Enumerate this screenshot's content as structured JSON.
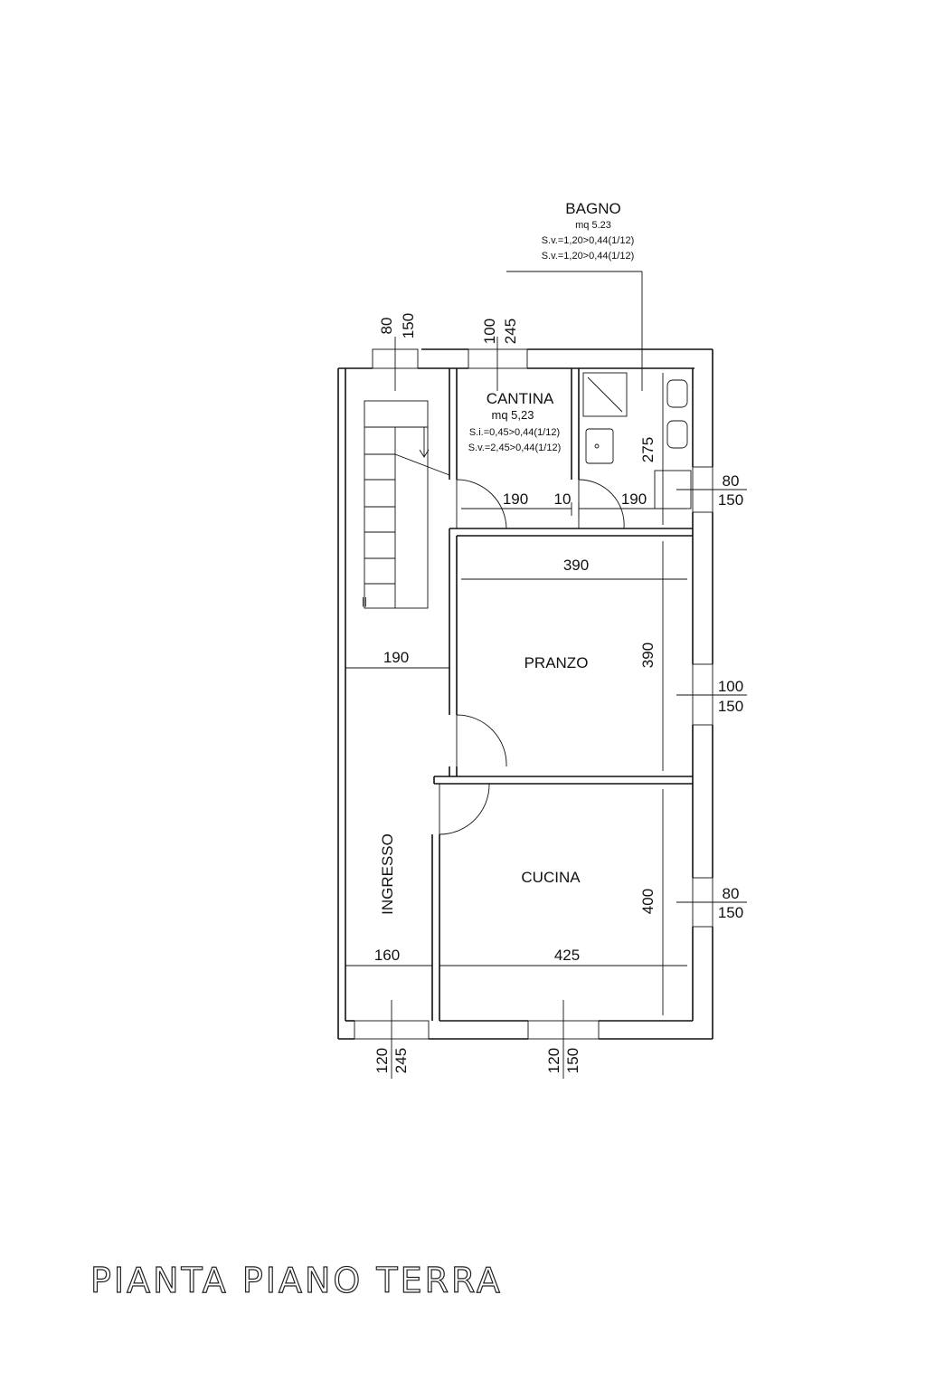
{
  "drawing_title": "PIANTA PIANO TERRA",
  "rooms": {
    "bagno": {
      "name": "BAGNO",
      "area": "mq 5.23",
      "note1": "S.v.=1,20>0,44(1/12)",
      "note2": "S.v.=1,20>0,44(1/12)"
    },
    "cantina": {
      "name": "CANTINA",
      "area": "mq  5,23",
      "note1": "S.i.=0,45>0,44(1/12)",
      "note2": "S.v.=2,45>0,44(1/12)"
    },
    "pranzo": {
      "name": "PRANZO"
    },
    "cucina": {
      "name": "CUCINA"
    },
    "ingresso": {
      "name": "INGRESSO"
    }
  },
  "dimensions": {
    "cantina_w": "190",
    "gap": "10",
    "bagno_w": "190",
    "bagno_h": "275",
    "pranzo_w": "390",
    "pranzo_h": "390",
    "corridor_w": "190",
    "ingresso_w": "160",
    "cucina_w": "425",
    "cucina_h": "400"
  },
  "openings": {
    "top_left": {
      "w": "80",
      "h": "150"
    },
    "top_mid": {
      "w": "100",
      "h": "245"
    },
    "right_bagno": {
      "w": "80",
      "h": "150"
    },
    "right_pranzo": {
      "w": "100",
      "h": "150"
    },
    "right_cucina": {
      "w": "80",
      "h": "150"
    },
    "bottom_left": {
      "w": "120",
      "h": "245"
    },
    "bottom_mid": {
      "w": "120",
      "h": "150"
    }
  },
  "stair_mark": "||"
}
